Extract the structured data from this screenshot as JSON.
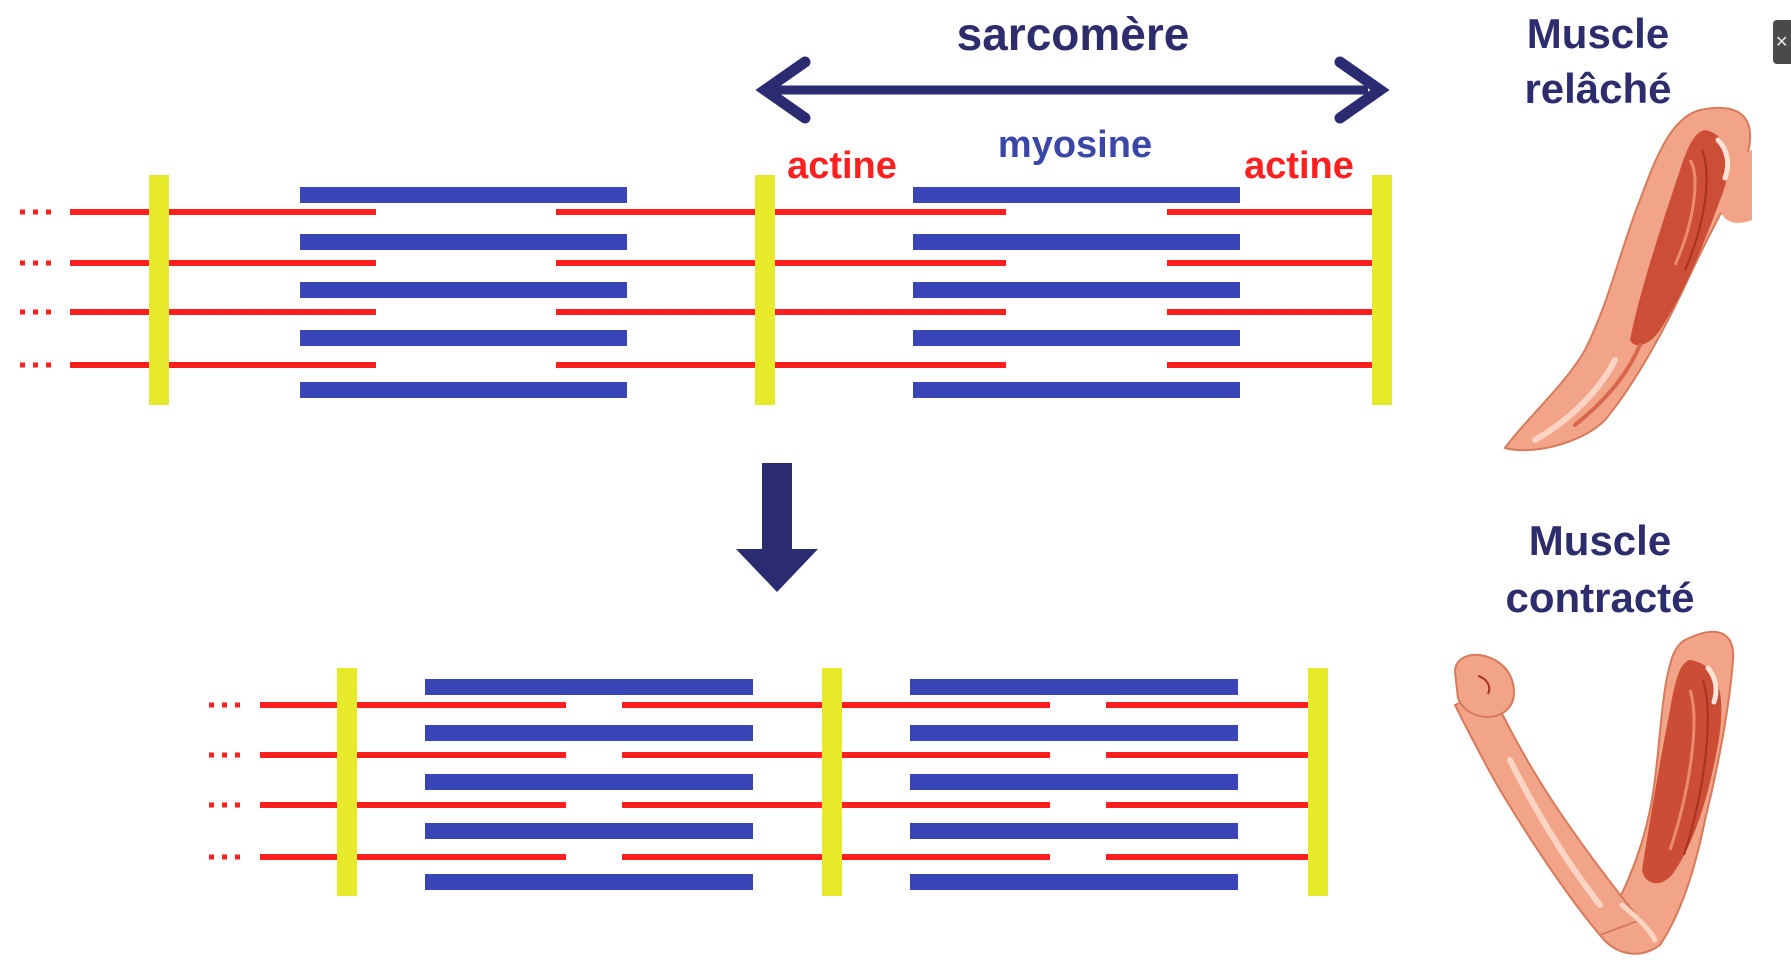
{
  "labels": {
    "sarcomere": "sarcomère",
    "myosine": "myosine",
    "actine_left": "actine",
    "actine_right": "actine",
    "muscle_relaxed_line1": "Muscle",
    "muscle_relaxed_line2": "relâché",
    "muscle_contracted_line1": "Muscle",
    "muscle_contracted_line2": "contracté"
  },
  "colors": {
    "actin": "#ff1f1f",
    "myosin": "#3a46b8",
    "z_disc": "#e6ea2a",
    "arrow": "#2b2b72",
    "title_text": "#2d2d6e",
    "skin": "#f2a489",
    "muscle": "#c9452f"
  },
  "icons": {
    "down_arrow": "down-arrow-icon",
    "double_arrow": "double-arrow-icon",
    "close": "close-icon"
  },
  "close_glyph": "✕"
}
